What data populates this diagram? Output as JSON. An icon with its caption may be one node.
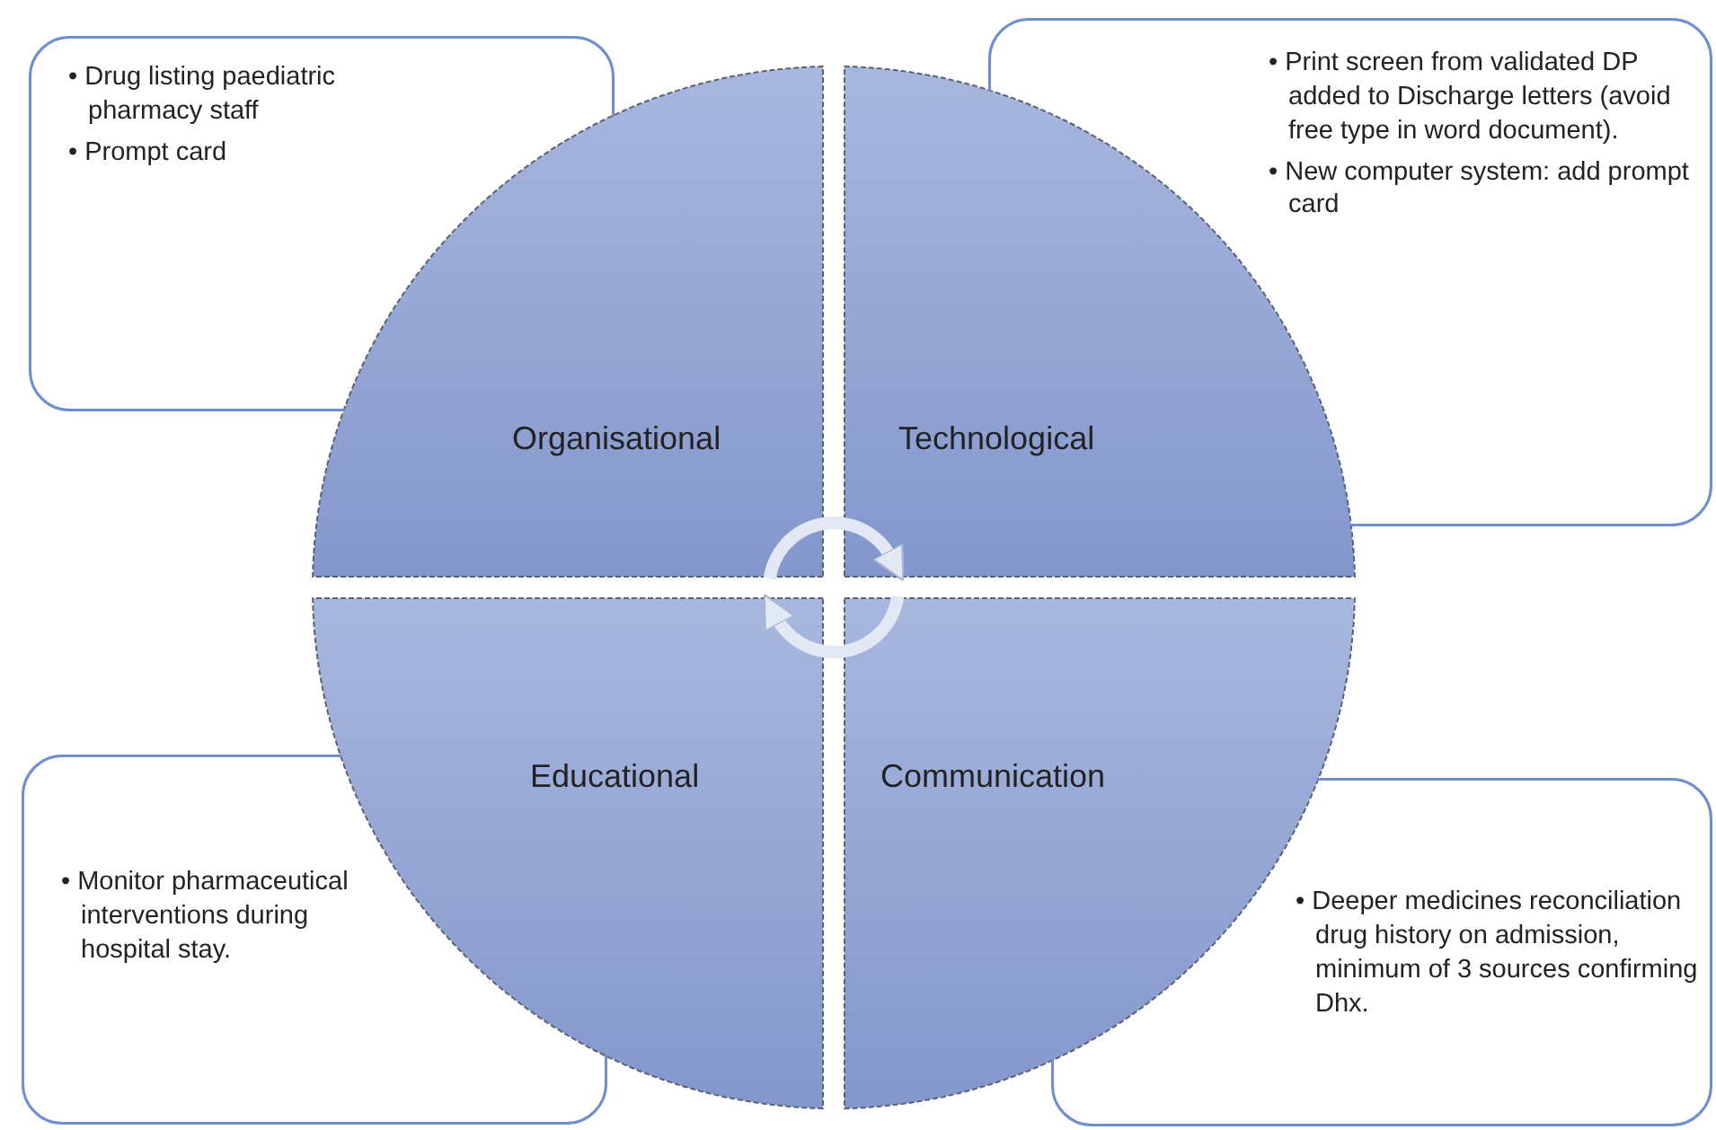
{
  "diagram": {
    "nodes": [
      {
        "text": [
          "• Drug listing paediatric pharmacy staff",
          "• Prompt card"
        ]
      },
      {
        "text": [
          "• Print screen from validated DP added to Discharge letters (avoid free type in word document).",
          "• New computer system: add prompt card"
        ]
      },
      {
        "text": [
          "Organisational"
        ]
      },
      {
        "text": [
          "Technological"
        ]
      },
      {
        "text": [
          "Educational"
        ]
      },
      {
        "text": [
          "Communication"
        ]
      },
      {
        "text": [
          "• Monitor pharmaceutical interventions during hospital stay."
        ]
      },
      {
        "text": [
          "• Deeper medicines reconciliation drug history on admission, minimum of 3 sources confirming Dhx."
        ]
      }
    ],
    "edges": [
      {
        "from": 2,
        "to": 3,
        "arrow": "to"
      },
      {
        "from": 5,
        "to": 4,
        "arrow": "to"
      }
    ]
  }
}
